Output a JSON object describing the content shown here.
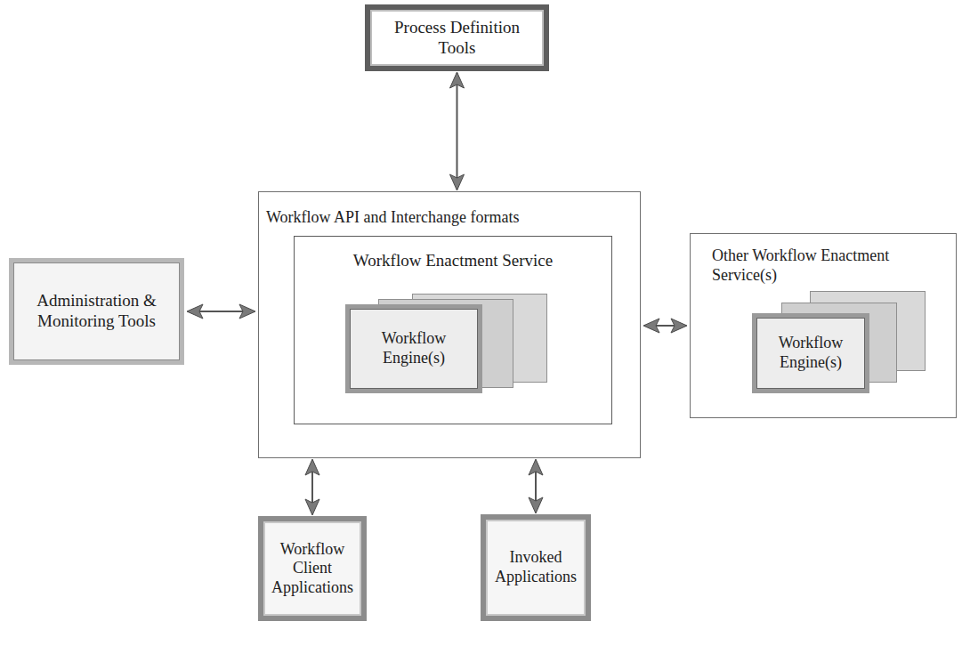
{
  "diagram": {
    "nodes": [
      {
        "text": [
          "Process Definition Tools"
        ]
      },
      {
        "text": [
          "Workflow API and Interchange formats"
        ]
      },
      {
        "text": [
          "Workflow Enactment Service"
        ],
        "in": 1
      },
      {
        "text": [
          "Workflow Engine(s)"
        ],
        "in": 2
      },
      {
        "text": [
          "Administration & Monitoring Tools"
        ]
      },
      {
        "text": [
          "Other Workflow Enactment Service(s)"
        ]
      },
      {
        "text": [
          "Workflow Engine(s)"
        ],
        "in": 5
      },
      {
        "text": [
          "Workflow Client Applications"
        ]
      },
      {
        "text": [
          "Invoked Applications"
        ]
      }
    ],
    "edges": [
      {
        "from": 0,
        "to": 1,
        "arrow": "both"
      },
      {
        "from": 4,
        "to": 1,
        "arrow": "both"
      },
      {
        "from": 1,
        "to": 5,
        "arrow": "both"
      },
      {
        "from": 1,
        "to": 7,
        "arrow": "both"
      },
      {
        "from": 1,
        "to": 8,
        "arrow": "both"
      }
    ]
  }
}
